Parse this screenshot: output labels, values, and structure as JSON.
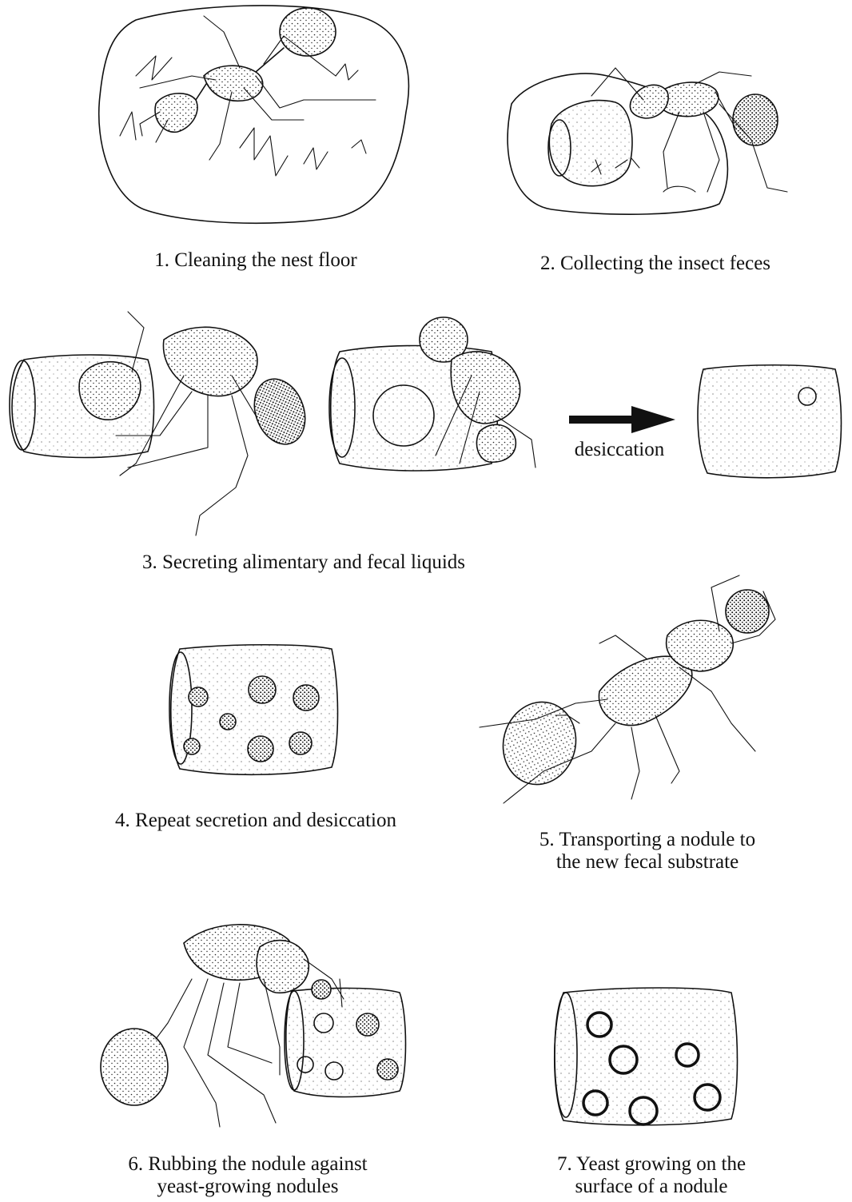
{
  "panels": [
    {
      "id": 1,
      "caption": "1. Cleaning the nest floor"
    },
    {
      "id": 2,
      "caption": "2. Collecting the insect feces"
    },
    {
      "id": 3,
      "caption": "3. Secreting alimentary and fecal liquids",
      "arrow_label": "desiccation"
    },
    {
      "id": 4,
      "caption": "4. Repeat secretion and desiccation"
    },
    {
      "id": 5,
      "caption_lines": [
        "5. Transporting a nodule to",
        "the new fecal substrate"
      ]
    },
    {
      "id": 6,
      "caption_lines": [
        "6. Rubbing the nodule against",
        "yeast-growing nodules"
      ]
    },
    {
      "id": 7,
      "caption_lines": [
        "7. Yeast growing on the",
        "surface of a nodule"
      ]
    }
  ],
  "colors": {
    "ink": "#111111",
    "paper": "#ffffff"
  }
}
